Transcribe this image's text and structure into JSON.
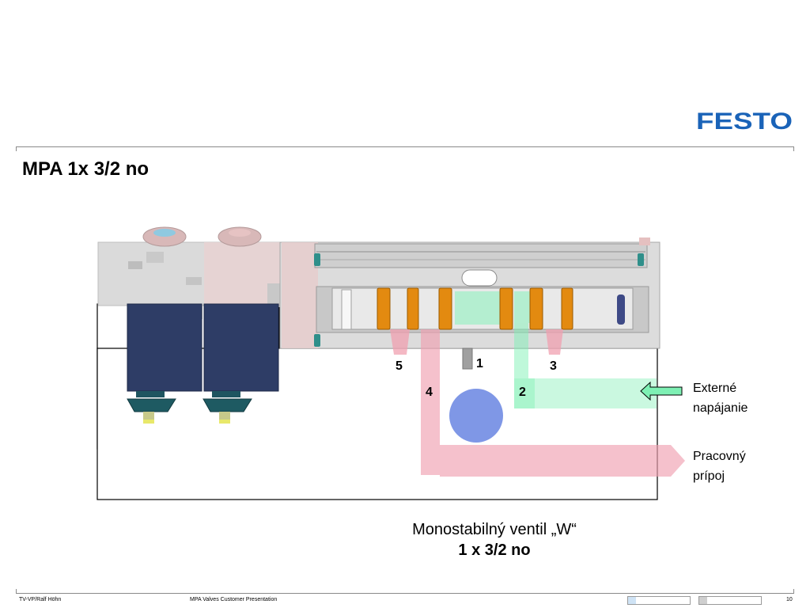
{
  "brand": {
    "logo_text": "FESTO",
    "color": "#1a63b8"
  },
  "slide": {
    "title": "MPA 1x 3/2 no"
  },
  "ports": {
    "p5": "5",
    "p1": "1",
    "p3": "3",
    "p4": "4",
    "p2": "2"
  },
  "labels": {
    "external_line1": "Externé",
    "external_line2": "napájanie",
    "work_line1": "Pracovný",
    "work_line2": "prípoj"
  },
  "caption": {
    "line1": "Monostabilný ventil „W“",
    "line2": "1 x 3/2 no"
  },
  "footer": {
    "author": "TV-VP/Ralf Höhn",
    "presentation": "MPA Valves Customer Presentation",
    "page": "10"
  },
  "colors": {
    "pressure": "#7ef0b4",
    "exhaust": "#f0a0b0",
    "coil": "#2e3d66",
    "seal": "#e38a10",
    "indicator": "#7f97e6"
  }
}
